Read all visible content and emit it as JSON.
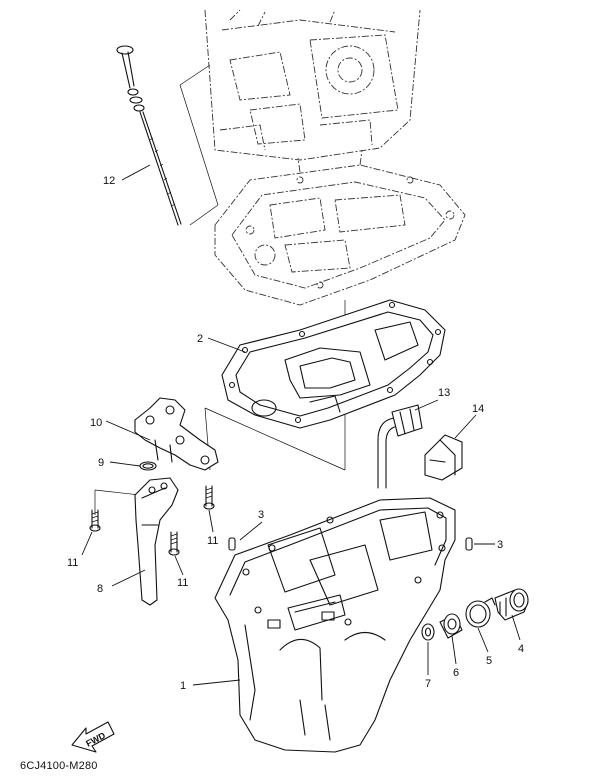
{
  "diagram": {
    "callouts": [
      "1",
      "2",
      "3",
      "3",
      "4",
      "5",
      "6",
      "7",
      "8",
      "9",
      "10",
      "11",
      "11",
      "11",
      "12",
      "13",
      "14"
    ],
    "fwd_label": "FWD",
    "caption": "6CJ4100-M280"
  }
}
